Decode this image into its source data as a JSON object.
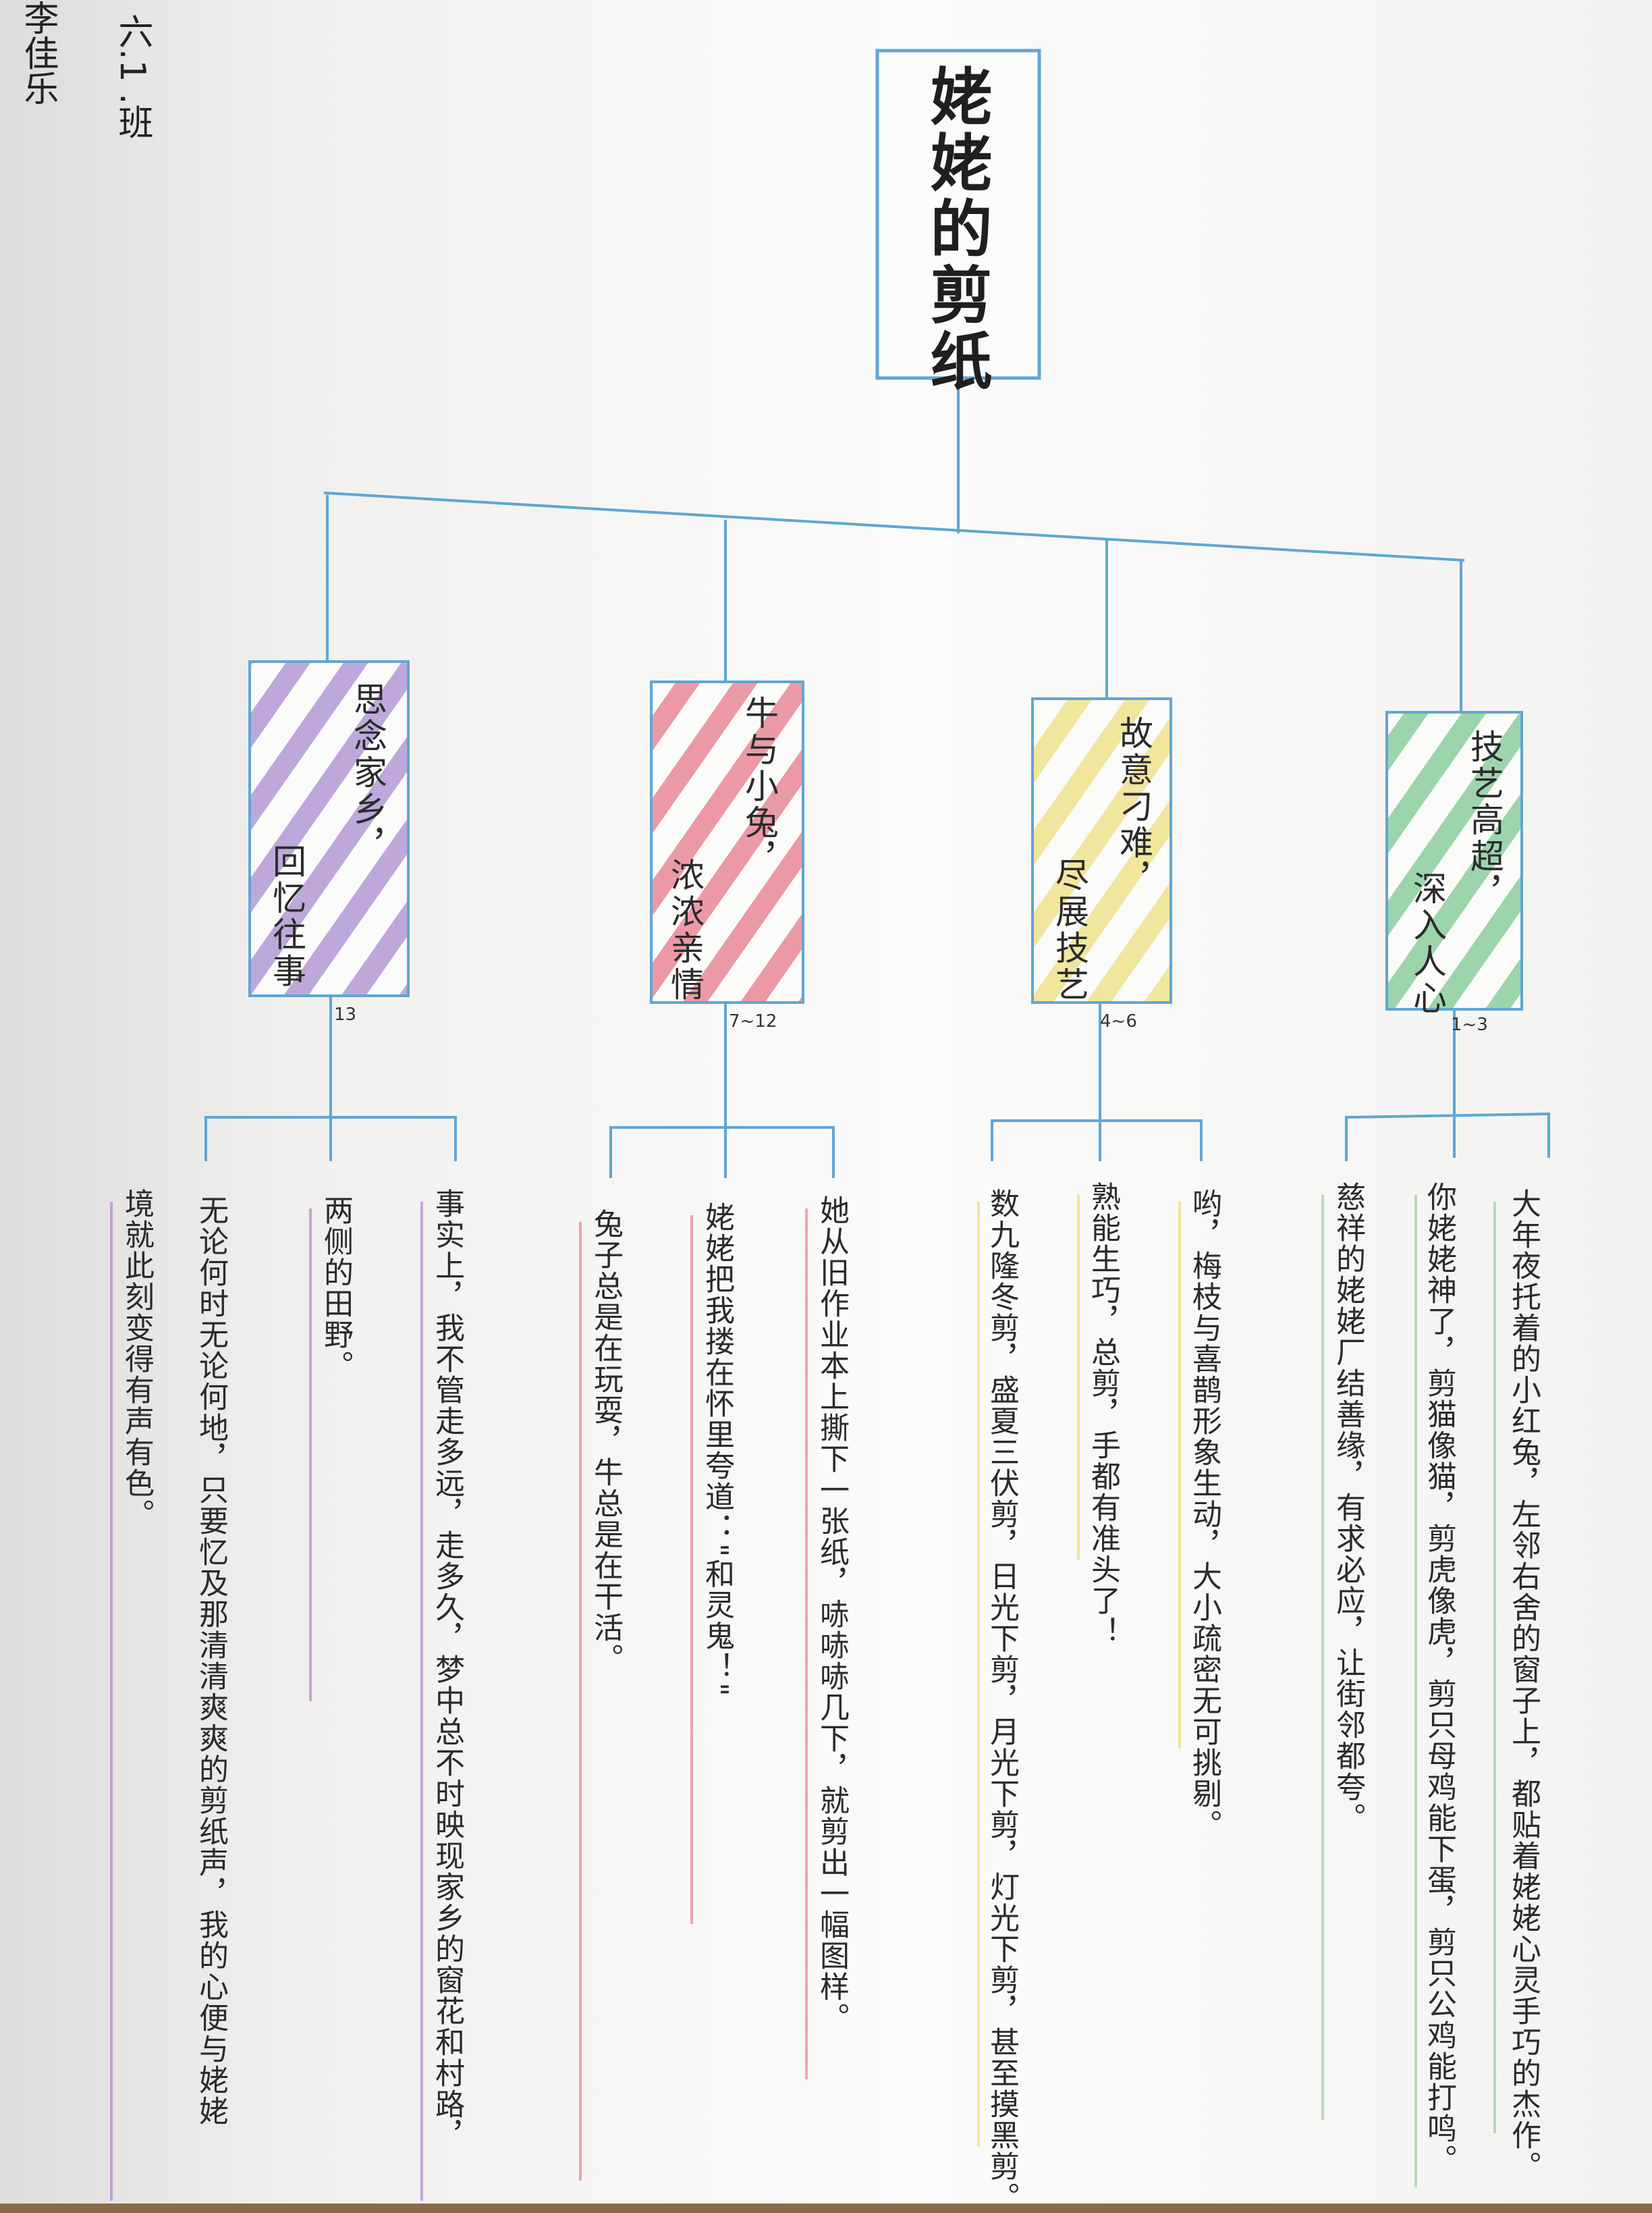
{
  "corner_note": [
    "六.1 .班",
    "李佳乐"
  ],
  "root": {
    "title": "姥姥的剪纸"
  },
  "colors": {
    "line": "#5fa6d4",
    "green": "#8ccf9e",
    "yellow": "#f0e38e",
    "red": "#e98a97",
    "purple": "#b49ad6",
    "pink_underline": "#e9879b",
    "purple_underline": "#b58ad3",
    "yellow_underline": "#ecdc7a",
    "green_underline": "#9cd3a8"
  },
  "categories": [
    {
      "line1": "技艺高超，",
      "line2": "深入人心",
      "range": "1~3",
      "color": "green",
      "leaves": [
        "大年夜托着的小红兔，左邻右舍的窗子上，都贴着姥姥心灵手巧的杰作。",
        "你姥姥神了，剪猫像猫，剪虎像虎，剪只母鸡能下蛋，剪只公鸡能打鸣。",
        "慈祥的姥姥厂结善缘，有求必应，让街邻都夸。"
      ]
    },
    {
      "line1": "故意刁难，",
      "line2": "尽展技艺",
      "range": "4~6",
      "color": "yellow",
      "leaves": [
        "哟，梅枝与喜鹊形象生动，大小疏密无可挑剔。",
        "熟能生巧，总剪，手都有准头了！",
        "数九隆冬剪，盛夏三伏剪，日光下剪，月光下剪，灯光下剪，甚至摸黑剪。"
      ]
    },
    {
      "line1": "牛与小兔，",
      "line2": "浓浓亲情",
      "range": "7~12",
      "color": "red",
      "leaves": [
        "她从旧作业本上撕下一张纸，哧哧哧几下，就剪出一幅图样。",
        "姥姥把我搂在怀里夸道：\"和灵鬼！\"",
        "兔子总是在玩耍，牛总是在干活。"
      ]
    },
    {
      "line1": "思念家乡，",
      "line2": "回忆往事",
      "range": "13",
      "color": "purple",
      "leaves": [
        "事实上，我不管走多远，走多久，梦中总不时映现家乡的窗花和村路，",
        "两侧的田野。",
        "无论何时无论何地，只要忆及那清清爽爽的剪纸声，我的心便与姥姥",
        "境就此刻变得有声有色。"
      ]
    }
  ]
}
